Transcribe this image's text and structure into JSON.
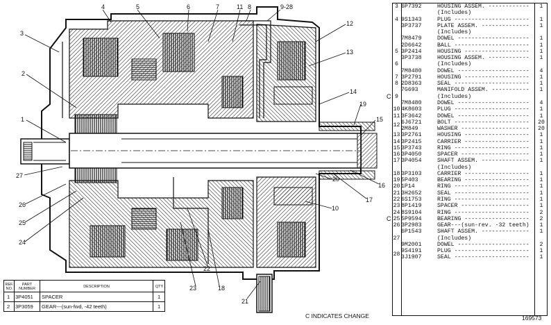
{
  "drawing": {
    "callouts": [
      "1",
      "2",
      "3",
      "4",
      "5",
      "6",
      "7",
      "8",
      "9-28",
      "11",
      "12",
      "13",
      "14",
      "15",
      "16",
      "17",
      "18",
      "19",
      "20",
      "21",
      "22",
      "23",
      "24",
      "25",
      "26",
      "27",
      "10"
    ]
  },
  "parts_list": {
    "rows": [
      {
        "ref": "3",
        "part": "6P7392",
        "desc": "HOUSING ASSEM.",
        "qty": "1"
      },
      {
        "ref": "",
        "part": "",
        "desc": "(Includes)",
        "qty": ""
      },
      {
        "ref": "4",
        "part": "9S1343",
        "desc": "PLUG",
        "qty": "1"
      },
      {
        "ref": "",
        "part": "3P3737",
        "desc": "PLATE ASSEM.",
        "qty": "1"
      },
      {
        "ref": "",
        "part": "",
        "desc": "(Includes)",
        "qty": ""
      },
      {
        "ref": "",
        "part": "7M8479",
        "desc": "DOWEL",
        "qty": "1"
      },
      {
        "ref": "",
        "part": "2D6642",
        "desc": "BALL",
        "qty": "1"
      },
      {
        "ref": "5",
        "part": "3P2414",
        "desc": "HOUSING",
        "qty": "1"
      },
      {
        "ref": "",
        "part": "3P3738",
        "desc": "HOUSING ASSEM.",
        "qty": "1"
      },
      {
        "ref": "",
        "part": "",
        "desc": "(Includes)",
        "qty": ""
      },
      {
        "ref": "",
        "part": "7M8480",
        "desc": "DOWEL",
        "qty": "4"
      },
      {
        "ref": "7",
        "part": "3P2791",
        "desc": "HOUSING",
        "qty": "1"
      },
      {
        "ref": "8",
        "part": "2D8363",
        "desc": "SEAL",
        "qty": "1"
      },
      {
        "ref": "",
        "part": "7G693",
        "desc": "MANIFOLD ASSEM.",
        "qty": "1"
      },
      {
        "ref": "",
        "part": "",
        "desc": "(Includes)",
        "qty": ""
      },
      {
        "ref": "",
        "part": "7M8480",
        "desc": "DOWEL",
        "qty": "4"
      },
      {
        "ref": "10",
        "part": "4K8603",
        "desc": "PLUG",
        "qty": "1"
      },
      {
        "ref": "11",
        "part": "3F3642",
        "desc": "DOWEL",
        "qty": "1"
      },
      {
        "ref": "",
        "part": "6J6721",
        "desc": "BOLT",
        "qty": "20"
      },
      {
        "ref": "",
        "part": "2M849",
        "desc": "WASHER",
        "qty": "20"
      },
      {
        "ref": "13",
        "part": "3P2761",
        "desc": "HOUSING",
        "qty": "1"
      },
      {
        "ref": "14",
        "part": "3P2415",
        "desc": "CARRIER",
        "qty": "1"
      },
      {
        "ref": "15",
        "part": "3P3743",
        "desc": "RING",
        "qty": "1"
      },
      {
        "ref": "16",
        "part": "3P4050",
        "desc": "SPACER",
        "qty": "1"
      },
      {
        "ref": "17",
        "part": "3P4054",
        "desc": "SHAFT ASSEM.",
        "qty": "1"
      },
      {
        "ref": "",
        "part": "",
        "desc": "(Includes)",
        "qty": ""
      },
      {
        "ref": "18",
        "part": "3P3103",
        "desc": "CARRIER",
        "qty": "1"
      },
      {
        "ref": "19",
        "part": "5P403",
        "desc": "BEARING",
        "qty": "1"
      },
      {
        "ref": "20",
        "part": "1P14",
        "desc": "RING",
        "qty": "1"
      },
      {
        "ref": "21",
        "part": "3H2652",
        "desc": "SEAL",
        "qty": "1"
      },
      {
        "ref": "22",
        "part": "6S1753",
        "desc": "RING",
        "qty": "1"
      },
      {
        "ref": "23",
        "part": "8P1419",
        "desc": "SPACER",
        "qty": "1"
      },
      {
        "ref": "24",
        "part": "8S9104",
        "desc": "RING",
        "qty": "2"
      },
      {
        "ref": "25",
        "part": "5P9594",
        "desc": "BEARING",
        "qty": "2"
      },
      {
        "ref": "26",
        "part": "3P2983",
        "desc": "GEAR---(sun-rev. -32 teeth)",
        "qty": "1"
      },
      {
        "ref": "",
        "part": "6P1543",
        "desc": "SHAFT ASSEM.",
        "qty": "1"
      },
      {
        "ref": "",
        "part": "",
        "desc": "(Includes)",
        "qty": ""
      },
      {
        "ref": "",
        "part": "9M2001",
        "desc": "DOWEL",
        "qty": "2"
      },
      {
        "ref": "",
        "part": "9S4191",
        "desc": "PLUG",
        "qty": "1"
      },
      {
        "ref": "",
        "part": "3J1907",
        "desc": "SEAL",
        "qty": "1"
      }
    ],
    "group_refs": [
      {
        "label": "6",
        "row": 9
      },
      {
        "label": "9",
        "row": 14
      },
      {
        "label": "12",
        "row": 18.5
      },
      {
        "label": "27",
        "row": 36
      },
      {
        "label": "28",
        "row": 38.5
      }
    ],
    "change_marks": [
      {
        "label": "C",
        "row": 14
      },
      {
        "label": "C",
        "row": 33
      }
    ]
  },
  "small_table": {
    "headers": {
      "ref": "REF. NO.",
      "part": "PART NUMBER",
      "desc": "DESCRIPTION",
      "qty": "QTY"
    },
    "rows": [
      {
        "ref": "1",
        "part": "3P4051",
        "desc": "SPACER",
        "qty": "1"
      },
      {
        "ref": "2",
        "part": "3P3059",
        "desc": "GEAR---(sun-fwd, -42 teeth)",
        "qty": "1"
      }
    ]
  },
  "note": "C INDICATES CHANGE",
  "drawing_number": "169573"
}
